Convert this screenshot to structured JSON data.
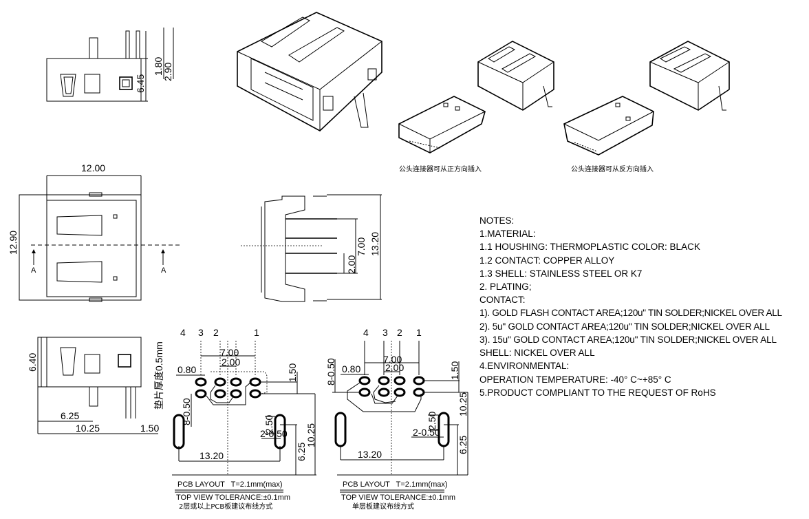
{
  "side_view_top": {
    "dims": [
      "6.45",
      "1.80",
      "2.90"
    ]
  },
  "front_view": {
    "width": "12.00",
    "height": "12.90",
    "section_label_left": "A",
    "section_label_right": "A"
  },
  "right_view": {
    "dims": [
      "7.00",
      "2.00",
      "13.20"
    ]
  },
  "bottom_view": {
    "dims": [
      "6.40",
      "6.25",
      "10.25",
      "1.50"
    ],
    "shim_note": "垫片厚度0.5mm"
  },
  "iso_views": {
    "caption_forward": "公头连接器可从正方向插入",
    "caption_reverse": "公头连接器可从反方向插入"
  },
  "pcb_layouts": [
    {
      "pin_numbers": [
        "4",
        "3",
        "2",
        "1"
      ],
      "dims": {
        "pitch_total": "7.00",
        "pitch_inner": "2.00",
        "pad_width": "0.80",
        "row_offset": "1.50",
        "holes": "8-0.50",
        "slot_len": "2.50",
        "slot_holes": "2-0.50",
        "span": "13.20",
        "y1": "6.25",
        "y2": "10.25"
      },
      "title": "PCB LAYOUT   T=2.1mm(max)",
      "subtitle": "TOP VIEW TOLERANCE:±0.1mm",
      "note": "2层或以上PCB板建议布线方式"
    },
    {
      "pin_numbers": [
        "4",
        "3",
        "2",
        "1"
      ],
      "dims": {
        "pitch_total": "7.00",
        "pitch_inner": "2.00",
        "pad_width": "0.80",
        "row_offset": "1.50",
        "holes": "8-0.50",
        "slot_len": "2.50",
        "slot_holes": "2-0.50",
        "span": "13.20",
        "y1": "6.25",
        "y2": "10.25"
      },
      "title": "PCB LAYOUT   T=2.1mm(max)",
      "subtitle": "TOP VIEW TOLERANCE:±0.1mm",
      "note": "单层板建议布线方式"
    }
  ],
  "notes": {
    "heading": "NOTES:",
    "lines": [
      "1.MATERIAL:",
      " 1.1 HOUSHING: THERMOPLASTIC  COLOR: BLACK",
      " 1.2 CONTACT: COPPER  ALLOY",
      " 1.3 SHELL:  STAINLESS  STEEL  OR  K7",
      "2.  PLATING;",
      "   CONTACT:",
      "     1).  GOLD  FLASH  CONTACT  AREA;120u\"  TIN  SOLDER;NICKEL  OVER  ALL",
      "     2).  5u\"  GOLD  CONTACT  AREA;120u\"  TIN  SOLDER;NICKEL  OVER  ALL",
      "     3).  15u\"  GOLD  CONTACT  AREA;120u\"  TIN  SOLDER;NICKEL  OVER  ALL",
      "   SHELL:  NICKEL  OVER  ALL",
      "4.ENVIRONMENTAL:",
      "   OPERATION  TEMPERATURE: -40° C~+85° C",
      "5.PRODUCT  COMPLIANT  TO  THE  REQUEST  OF  RoHS"
    ]
  }
}
